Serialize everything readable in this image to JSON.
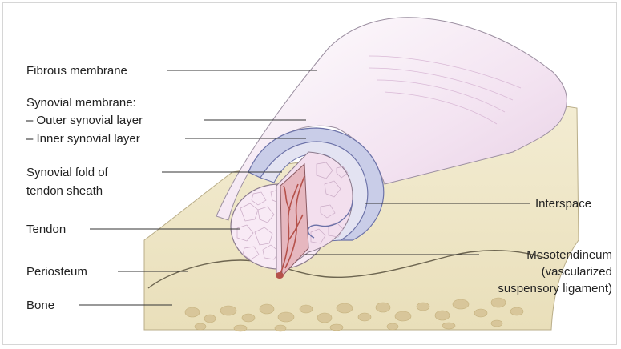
{
  "labels": {
    "fibrous_membrane": "Fibrous membrane",
    "synovial_membrane": "Synovial membrane:",
    "outer_synovial_layer": "– Outer synovial layer",
    "inner_synovial_layer": "– Inner synovial layer",
    "synovial_fold_line1": "Synovial fold of",
    "synovial_fold_line2": "tendon sheath",
    "tendon": "Tendon",
    "periosteum": "Periosteum",
    "bone": "Bone",
    "interspace": "Interspace",
    "mesotendineum_line1": "Mesotendineum",
    "mesotendineum_line2": "(vascularized",
    "mesotendineum_line3": "suspensory ligament)"
  },
  "colors": {
    "bone": "#efe6c6",
    "bone_spongy": "#d8c69a",
    "fibrous": "#f3e3f1",
    "synovial_blue": "#c9cde8",
    "tendon": "#f8eaf5",
    "vessel": "#b5514a",
    "mesotendineum": "#e6b7bf",
    "leader": "#333333"
  }
}
